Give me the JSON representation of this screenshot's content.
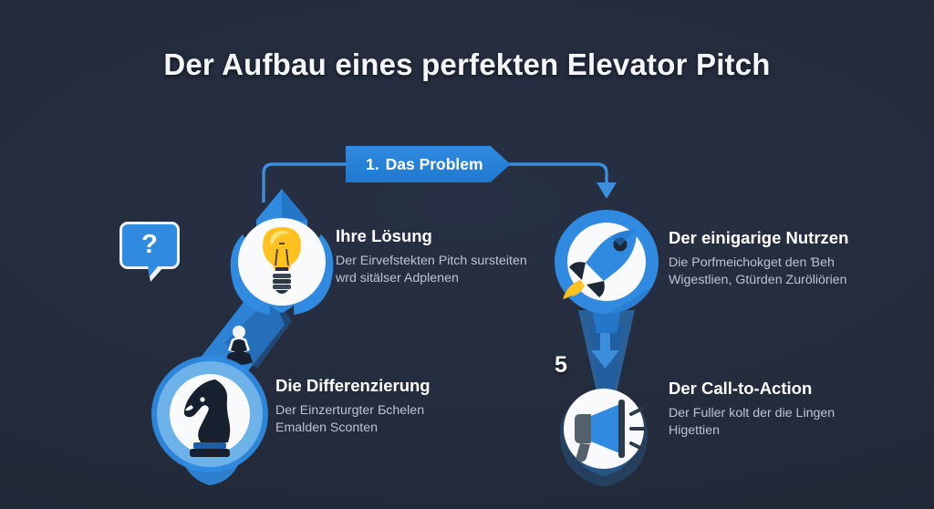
{
  "page": {
    "title": "Der Aufbau eines perfekten Elevator Pitch",
    "background_color": "#232b3a",
    "accent_color": "#2f8ae0",
    "accent_light": "#6db3ea",
    "accent_dark": "#1d4f86",
    "text_color": "#ffffff",
    "body_text_color": "#bcc4d2"
  },
  "banner": {
    "number": "1.",
    "label": "Das Problem",
    "color": "#2f8ae0"
  },
  "question_bubble": {
    "glyph": "?",
    "icon": "speech-bubble-question-icon"
  },
  "steps": [
    {
      "id": "solution",
      "icon": "lightbulb-icon",
      "heading": "Ihre Lösung",
      "body": "Der Eirvefstekten Pitch sursteiten wrd sitälser Adplenen",
      "badge": ""
    },
    {
      "id": "benefit",
      "icon": "rocket-icon",
      "heading": "Der einigarige Nutrzen",
      "body": "Die Porfmeichokget den Ɓeh Wigestlien, Gtürden Zuröliörien",
      "badge": ""
    },
    {
      "id": "differentiation",
      "icon": "chess-knight-icon",
      "heading": "Die Differenzierung",
      "body": "Der Einzerturgter Ƃchelen Emalden Sconten",
      "badge": ""
    },
    {
      "id": "call-to-action",
      "icon": "megaphone-icon",
      "heading": "Der Call-to-Action",
      "body": "Der Fuller kolt der die Lingen Higettien",
      "badge": "5"
    }
  ]
}
